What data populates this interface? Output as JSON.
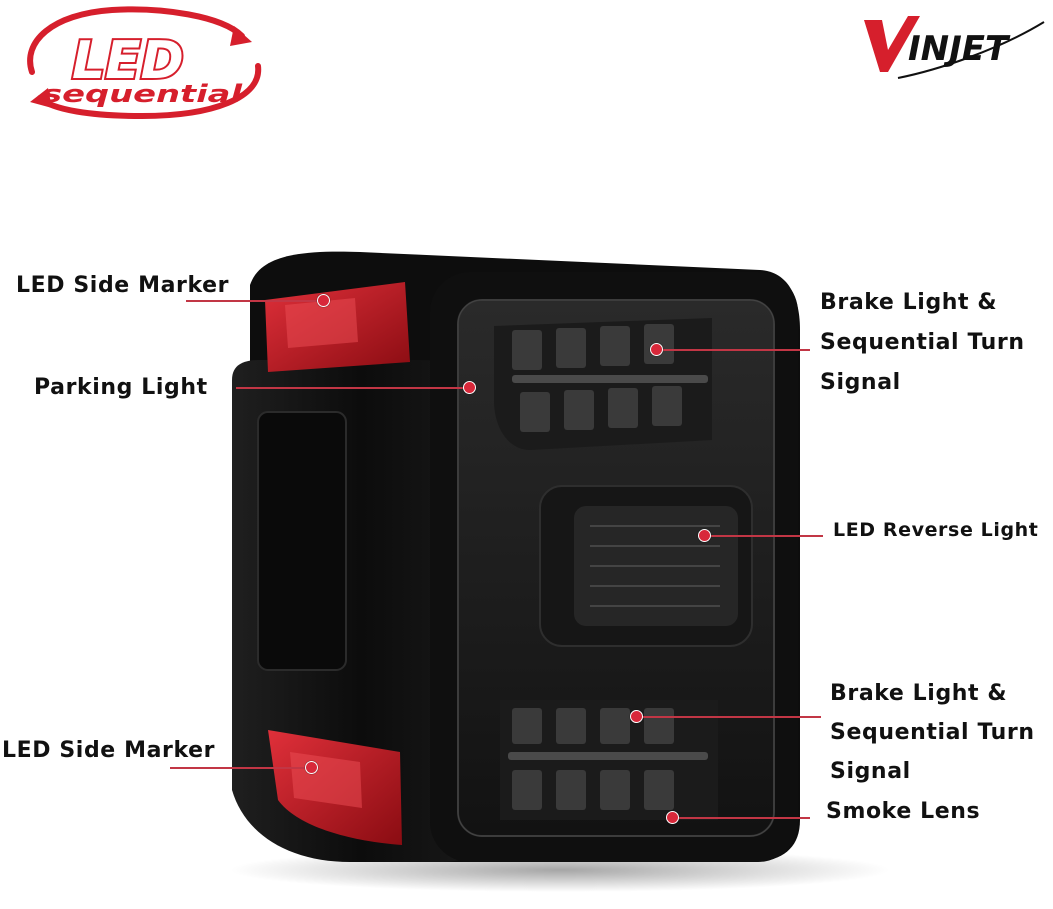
{
  "logos": {
    "led_sequential": {
      "line1": "LED",
      "line2": "sequential"
    },
    "brand": "INJET"
  },
  "labels": {
    "led_side_marker_top": "LED Side Marker",
    "parking_light": "Parking Light",
    "brake_light_top": [
      "Brake Light &",
      "Sequential Turn",
      "Signal"
    ],
    "led_reverse_light": "LED Reverse Light",
    "brake_light_bottom": [
      "Brake Light &",
      "Sequential Turn",
      "Signal"
    ],
    "led_side_marker_bottom": "LED Side Marker",
    "smoke_lens": "Smoke Lens"
  },
  "colors": {
    "callout_line": "#c23645",
    "callout_dot": "#d8283a",
    "logo_red": "#d61f2c",
    "housing": "#141414",
    "lens_red": "#c41a22"
  }
}
